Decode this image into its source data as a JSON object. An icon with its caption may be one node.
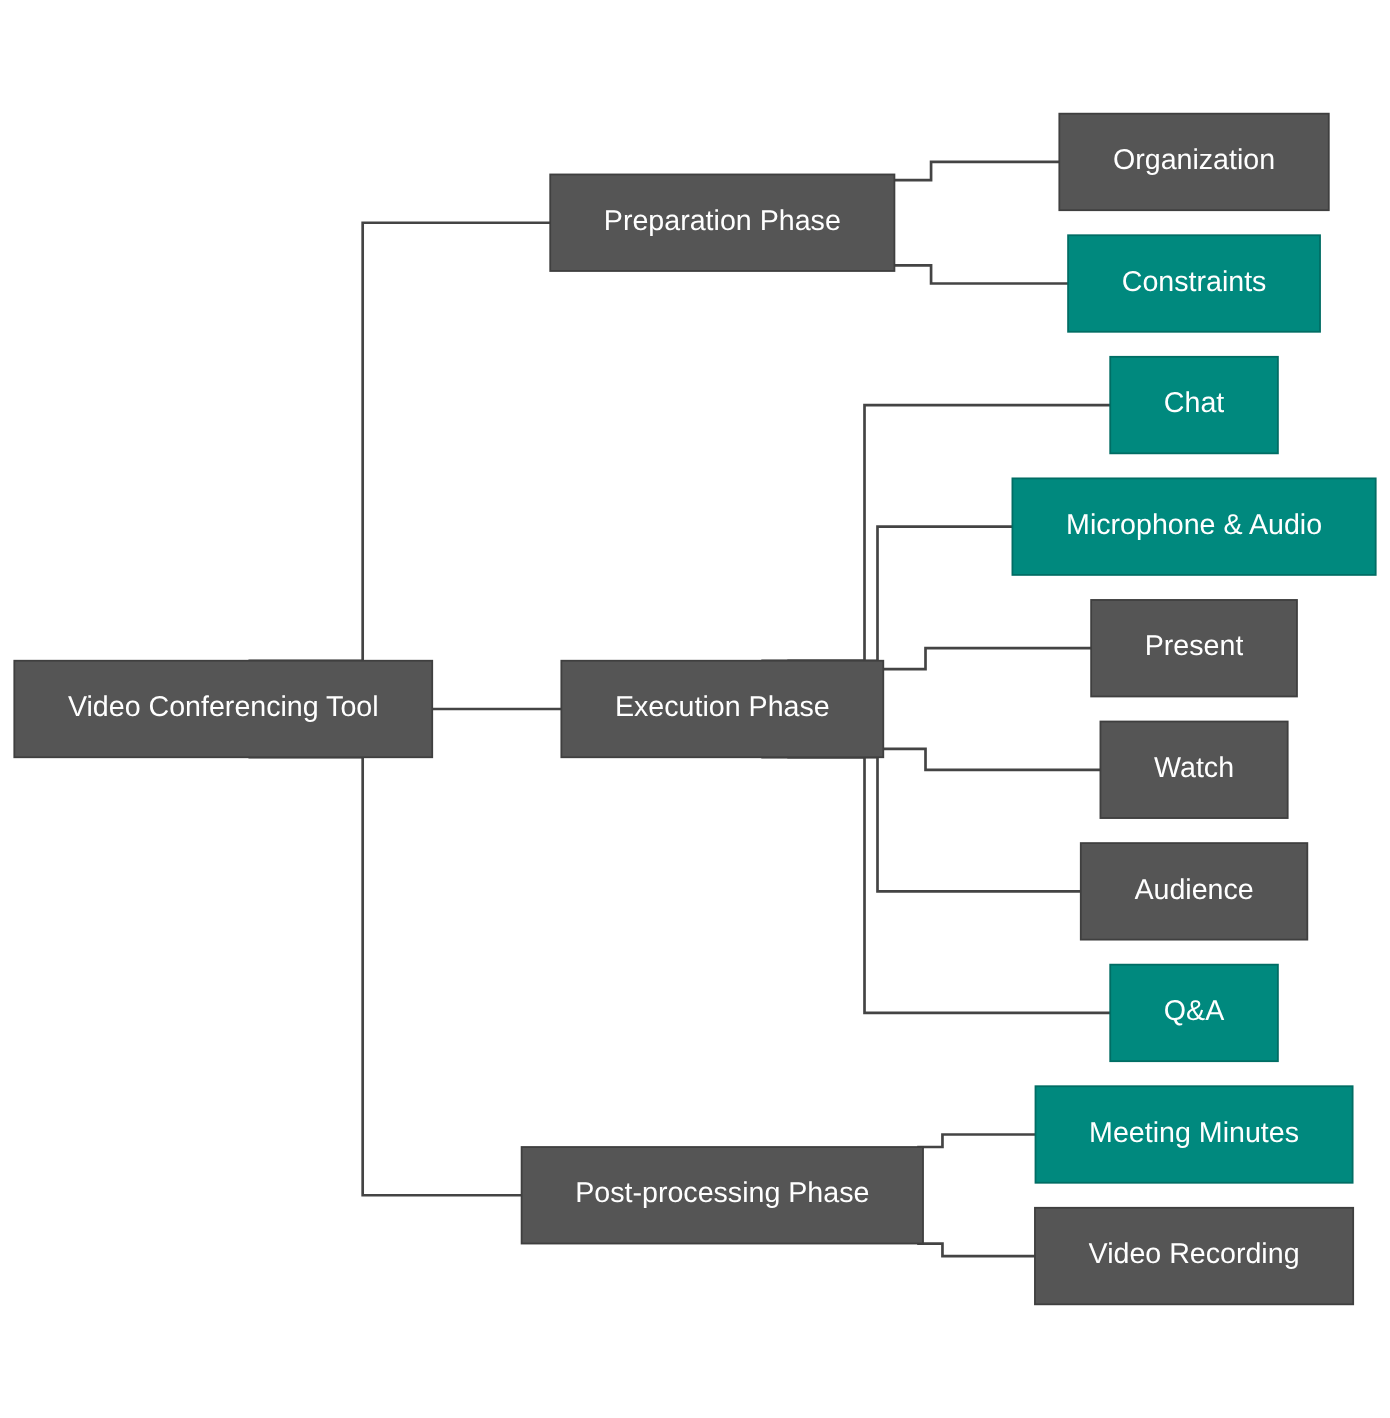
{
  "diagram": {
    "nodes": [
      {
        "text": [
          "Video Conferencing Tool"
        ]
      },
      {
        "text": [
          "Preparation Phase"
        ]
      },
      {
        "text": [
          "Organization"
        ]
      },
      {
        "text": [
          "Constraints"
        ]
      },
      {
        "text": [
          "Execution Phase"
        ]
      },
      {
        "text": [
          "Chat"
        ]
      },
      {
        "text": [
          "Microphone & Audio"
        ]
      },
      {
        "text": [
          "Present"
        ]
      },
      {
        "text": [
          "Watch"
        ]
      },
      {
        "text": [
          "Audience"
        ]
      },
      {
        "text": [
          "Q&A"
        ]
      },
      {
        "text": [
          "Post-processing Phase"
        ]
      },
      {
        "text": [
          "Meeting Minutes"
        ]
      },
      {
        "text": [
          "Video Recording"
        ]
      }
    ],
    "edges": [
      {
        "from": 0,
        "to": 1,
        "arrow": "none"
      },
      {
        "from": 0,
        "to": 4,
        "arrow": "none"
      },
      {
        "from": 0,
        "to": 11,
        "arrow": "none"
      },
      {
        "from": 1,
        "to": 2,
        "arrow": "none"
      },
      {
        "from": 1,
        "to": 3,
        "arrow": "none"
      },
      {
        "from": 4,
        "to": 5,
        "arrow": "none"
      },
      {
        "from": 4,
        "to": 6,
        "arrow": "none"
      },
      {
        "from": 4,
        "to": 7,
        "arrow": "none"
      },
      {
        "from": 4,
        "to": 8,
        "arrow": "none"
      },
      {
        "from": 4,
        "to": 9,
        "arrow": "none"
      },
      {
        "from": 4,
        "to": 10,
        "arrow": "none"
      },
      {
        "from": 11,
        "to": 12,
        "arrow": "none"
      },
      {
        "from": 11,
        "to": 13,
        "arrow": "none"
      }
    ]
  }
}
